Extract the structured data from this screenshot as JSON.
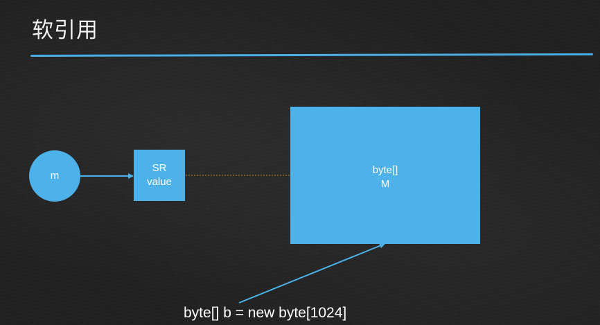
{
  "slide": {
    "title": "软引用",
    "accent_color": "#4db2ea"
  },
  "nodes": {
    "m": {
      "label": "m"
    },
    "soft_reference": {
      "line1": "SR",
      "line2": "value"
    },
    "byte_array": {
      "line1": "byte[]",
      "line2": "M"
    }
  },
  "code": {
    "statement": "byte[] b = new byte[1024]"
  },
  "links": [
    {
      "from": "m",
      "to": "soft_reference",
      "style": "solid-arrow"
    },
    {
      "from": "soft_reference",
      "to": "byte_array",
      "style": "dotted"
    },
    {
      "from": "code",
      "to": "byte_array",
      "style": "solid-arrow"
    }
  ]
}
